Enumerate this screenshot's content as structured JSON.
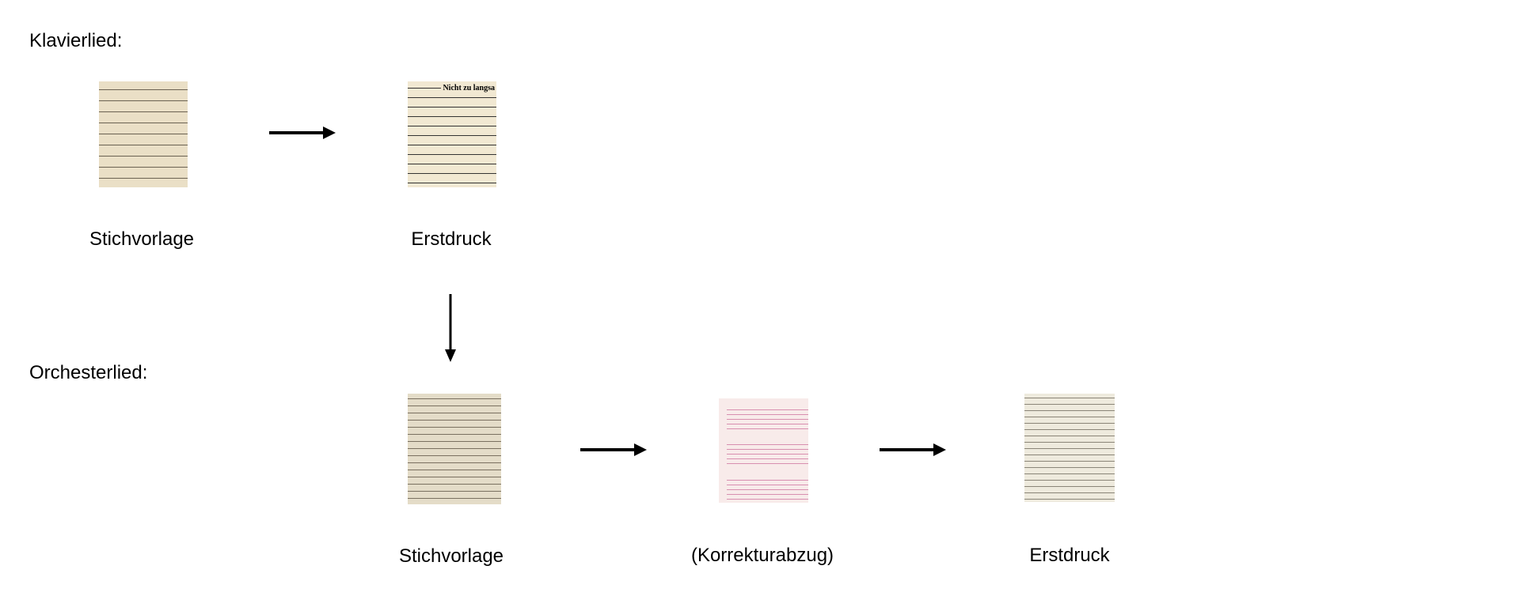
{
  "sections": {
    "piano_song": "Klavierlied:",
    "orchestra_song": "Orchesterlied:"
  },
  "captions": {
    "piano_engraver_copy": "Stichvorlage",
    "piano_first_print": "Erstdruck",
    "orch_engraver_copy": "Stichvorlage",
    "orch_proof": "(Korrekturabzug)",
    "orch_first_print": "Erstdruck"
  },
  "image_text": {
    "piano_first_print_tempo": "Nicht zu langsa"
  }
}
